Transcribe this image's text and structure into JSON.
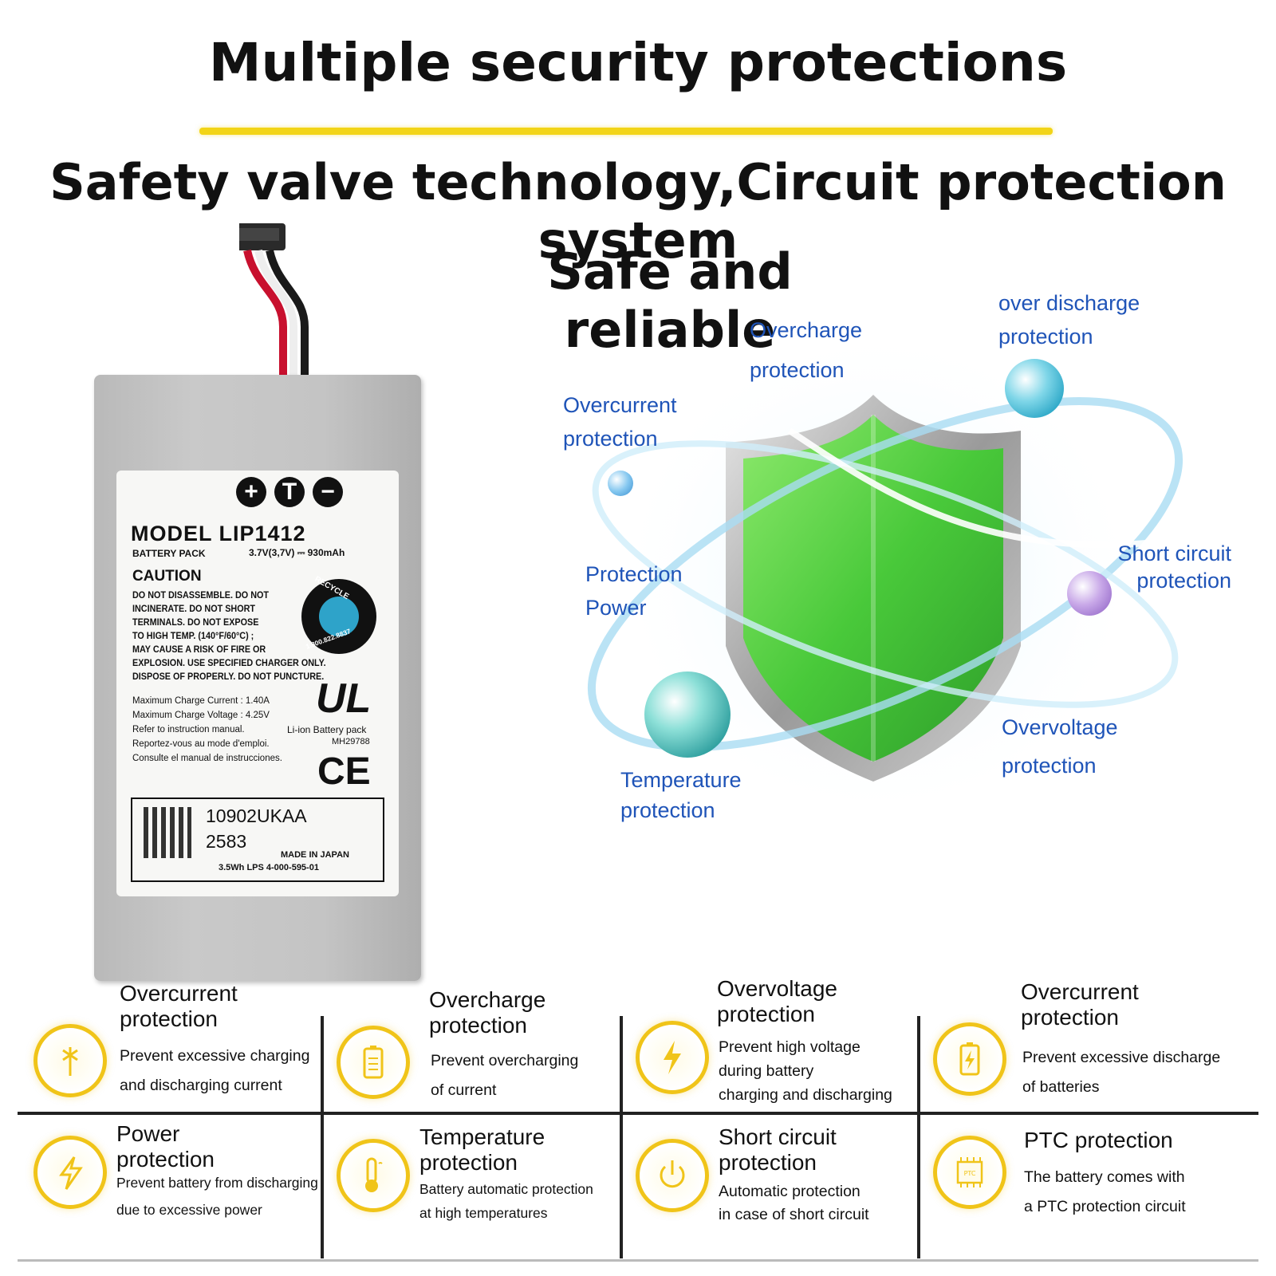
{
  "headings": {
    "title": "Multiple security protections",
    "subtitle": "Safety valve technology,Circuit protection system",
    "tagline": "Safe and reliable"
  },
  "battery_label": {
    "symbols": [
      "+",
      "T",
      "−"
    ],
    "model": "MODEL  LIP1412",
    "pack": "BATTERY PACK",
    "rating": "3.7V(3,7V) ⎓ 930mAh",
    "caution": "CAUTION",
    "warnings": [
      "DO NOT DISASSEMBLE. DO NOT",
      "INCINERATE. DO NOT SHORT",
      "TERMINALS. DO NOT EXPOSE",
      "TO HIGH TEMP. (140°F/60°C) ;",
      "MAY CAUSE A RISK OF FIRE OR",
      "EXPLOSION. USE SPECIFIED CHARGER ONLY.",
      "DISPOSE OF PROPERLY. DO NOT PUNCTURE."
    ],
    "recycle_top": "RECYCLE",
    "recycle_phone": "1.800.822.8837",
    "specs": [
      "Maximum Charge Current : 1.40A",
      "Maximum Charge Voltage : 4.25V",
      "Refer to instruction manual.",
      "Reportez-vous au mode d'emploi.",
      "Consulte el manual de instrucciones."
    ],
    "ul_mark": "UL",
    "liion": "Li-ion Battery pack",
    "mh": "MH29788",
    "ce": "CE",
    "serial": "10902UKAA",
    "number": "2583",
    "made_in": "MADE IN JAPAN",
    "lps": "3.5Wh  LPS 4-000-595-01"
  },
  "shield_labels": {
    "overcharge": [
      "Overcharge",
      "protection"
    ],
    "over_discharge": [
      "over discharge",
      "protection"
    ],
    "overcurrent": [
      "Overcurrent",
      "protection"
    ],
    "power": [
      "Protection",
      "Power"
    ],
    "short_circuit": [
      "Short circuit",
      "protection"
    ],
    "overvoltage": [
      "Overvoltage",
      "protection"
    ],
    "temperature": [
      "Temperature",
      "protection"
    ]
  },
  "features": [
    {
      "icon": "fuse-icon",
      "title": [
        "Overcurrent",
        "protection"
      ],
      "desc": [
        "Prevent excessive charging",
        "and discharging current"
      ]
    },
    {
      "icon": "battery-icon",
      "title": [
        "Overcharge",
        "protection"
      ],
      "desc": [
        "Prevent overcharging",
        "of current"
      ]
    },
    {
      "icon": "lightning-icon",
      "title": [
        "Overvoltage",
        "protection"
      ],
      "desc": [
        "Prevent high voltage",
        "during battery",
        "charging and discharging"
      ]
    },
    {
      "icon": "battery-bolt-icon",
      "title": [
        "Overcurrent",
        "protection"
      ],
      "desc": [
        "Prevent excessive discharge",
        "of batteries"
      ]
    },
    {
      "icon": "power-bolt-icon",
      "title": [
        "Power",
        "protection"
      ],
      "desc": [
        "Prevent battery from discharging",
        "due to excessive power"
      ]
    },
    {
      "icon": "thermometer-icon",
      "title": [
        "Temperature",
        "protection"
      ],
      "desc": [
        "Battery automatic protection",
        "at high temperatures"
      ]
    },
    {
      "icon": "power-button-icon",
      "title": [
        "Short circuit",
        "protection"
      ],
      "desc": [
        "Automatic protection",
        "in case of short circuit"
      ]
    },
    {
      "icon": "chip-icon",
      "title": [
        "PTC protection"
      ],
      "desc": [
        "The battery comes with",
        "a PTC protection circuit"
      ],
      "chip_text": "PTC"
    }
  ],
  "colors": {
    "accent_yellow": "#f2d417",
    "label_blue": "#1f54b8",
    "shield_green": "#5fd34a"
  }
}
